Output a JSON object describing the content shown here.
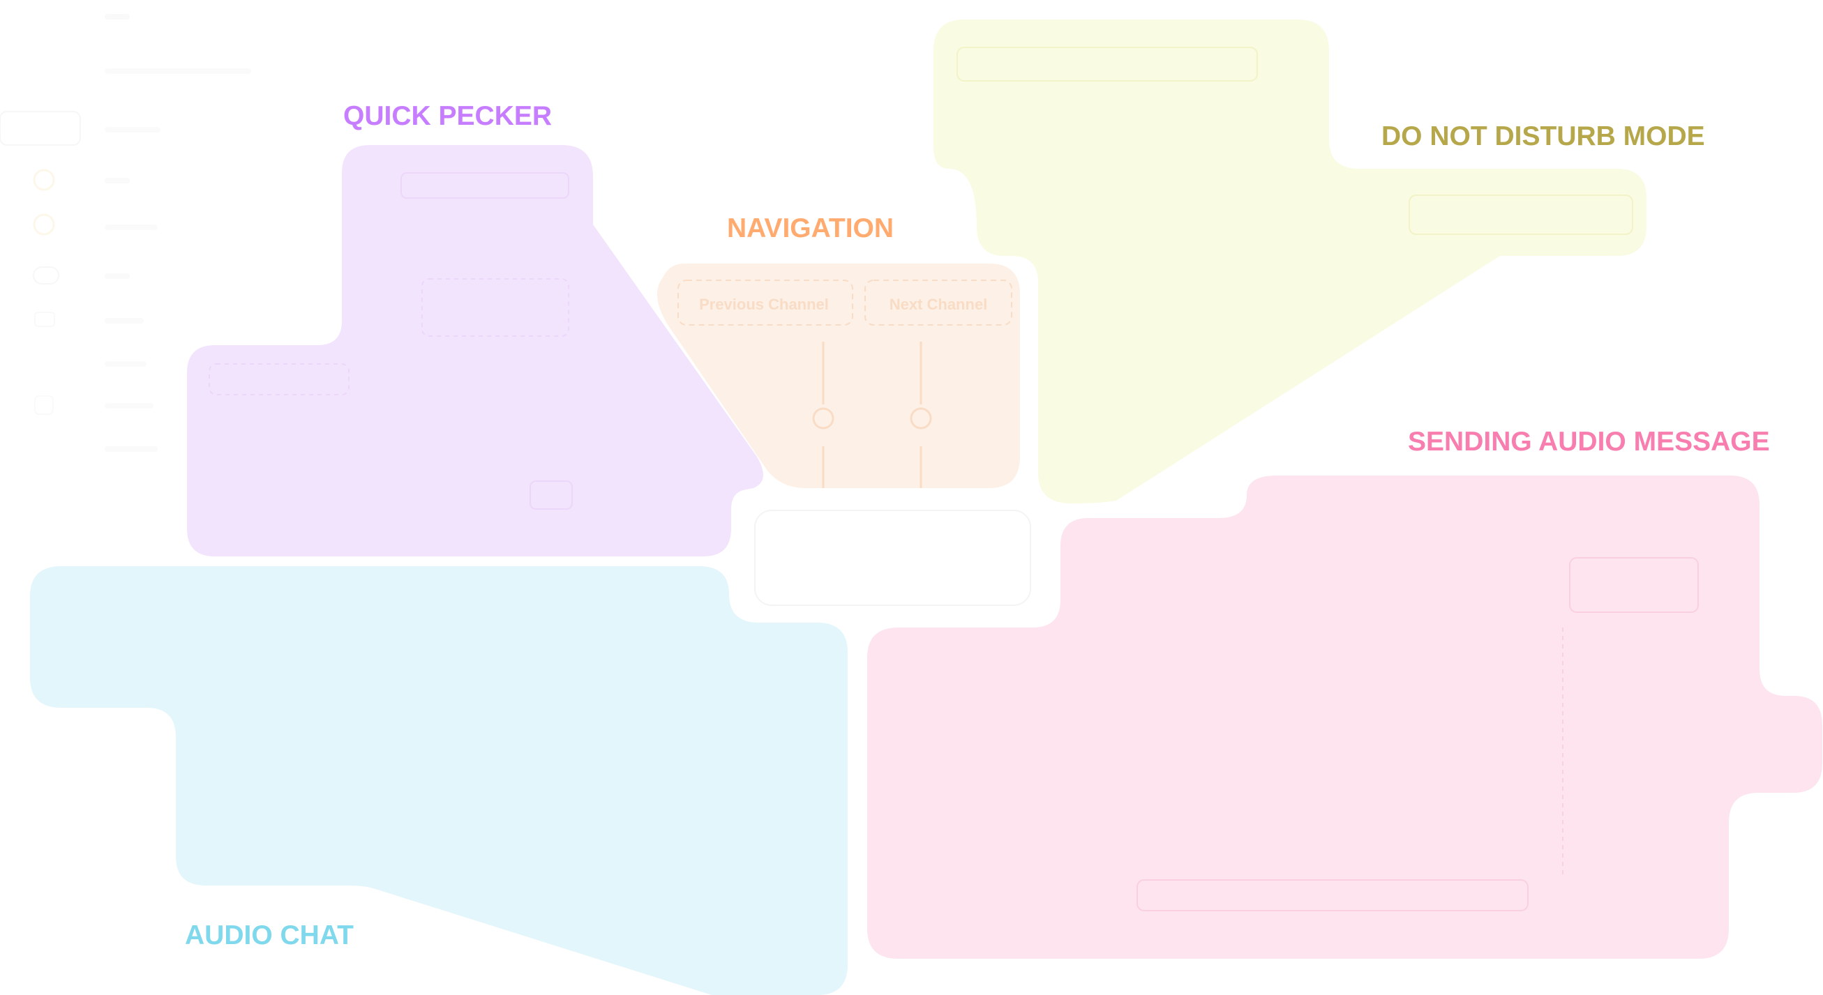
{
  "zones": {
    "quick_pecker": {
      "label": "QUICK PECKER",
      "color": "#c77dff",
      "fill": "#f3e4fd"
    },
    "navigation": {
      "label": "NAVIGATION",
      "color": "#ffab70",
      "fill": "#fdf0e6"
    },
    "do_not_disturb": {
      "label": "DO NOT DISTURB MODE",
      "color": "#b5a74a",
      "fill": "#fafbe3"
    },
    "sending_audio": {
      "label": "SENDING AUDIO MESSAGE",
      "color": "#f77eae",
      "fill": "#fde4ef"
    },
    "audio_chat": {
      "label": "AUDIO CHAT",
      "color": "#80d8ec",
      "fill": "#e3f6fb"
    }
  },
  "navigation_items": {
    "previous_channel": "Previous Channel",
    "next_channel": "Next Channel"
  }
}
